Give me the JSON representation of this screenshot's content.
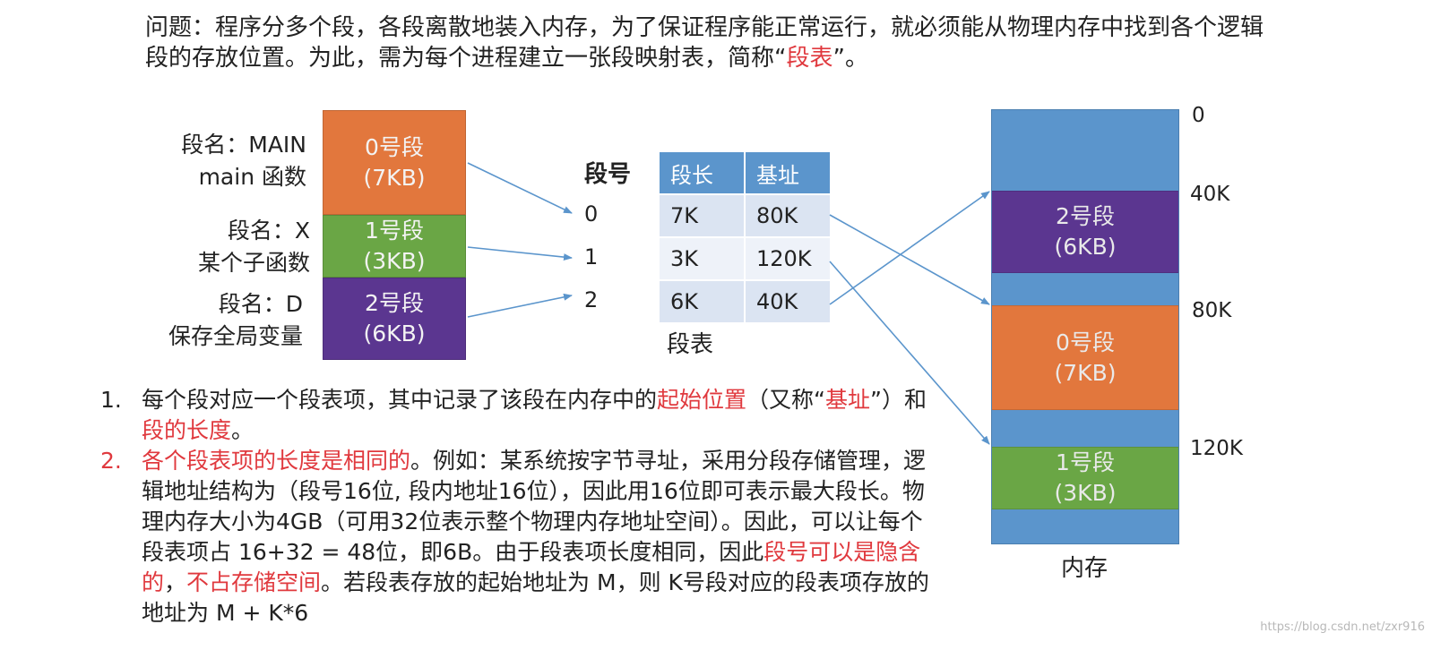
{
  "intro": {
    "part1": "问题：程序分多个段，各段离散地装入内存，为了保证程序能正常运行，就必须能从物理内存中找到各个逻辑段的存放位置。为此，需为每个进程建立一张段映射表，简称“",
    "highlight": "段表",
    "part2": "”。"
  },
  "segments": [
    {
      "label_line1": "段名：MAIN",
      "label_line2": "main 函数",
      "box_line1": "0号段",
      "box_line2": "(7KB)",
      "color": "#e2773d"
    },
    {
      "label_line1": "段名：X",
      "label_line2": "某个子函数",
      "box_line1": "1号段",
      "box_line2": "(3KB)",
      "color": "#6aa645"
    },
    {
      "label_line1": "段名：D",
      "label_line2": "保存全局变量",
      "box_line1": "2号段",
      "box_line2": "(6KB)",
      "color": "#5b3690"
    }
  ],
  "segment_table": {
    "segnum_header": "段号",
    "headers": [
      "段长",
      "基址"
    ],
    "rows": [
      {
        "segnum": "0",
        "length": "7K",
        "base": "80K"
      },
      {
        "segnum": "1",
        "length": "3K",
        "base": "120K"
      },
      {
        "segnum": "2",
        "length": "6K",
        "base": "40K"
      }
    ],
    "caption": "段表"
  },
  "memory": {
    "caption": "内存",
    "addresses": [
      "0",
      "40K",
      "80K",
      "120K"
    ],
    "blocks": [
      {
        "line1": "2号段",
        "line2": "(6KB)",
        "color": "#5b3690"
      },
      {
        "line1": "0号段",
        "line2": "(7KB)",
        "color": "#e2773d"
      },
      {
        "line1": "1号段",
        "line2": "(3KB)",
        "color": "#6aa645"
      }
    ]
  },
  "notes": {
    "item1": {
      "num": "1.",
      "a": "每个段对应一个段表项，其中记录了该段在内存中的",
      "b": "起始位置",
      "c": "（又称“",
      "d": "基址",
      "e": "”）和",
      "f": "段的长度",
      "g": "。"
    },
    "item2": {
      "num": "2.",
      "a": "各个段表项的长度是相同的",
      "b": "。例如：某系统按字节寻址，采用分段存储管理，逻辑地址结构为（段号16位, 段内地址16位），因此用16位即可表示最大段长。物理内存大小为4GB（可用32位表示整个物理内存地址空间）。因此，可以让每个段表项占 16+32 = 48位，即6B。由于段表项长度相同，因此",
      "c": "段号可以是隐含的",
      "d": "，",
      "e": "不占存储空间",
      "f": "。若段表存放的起始地址为 M，则 K号段对应的段表项存放的地址为 M + K*6"
    }
  },
  "watermark": "https://blog.csdn.net/zxr916",
  "arrow_color": "#5b95cc"
}
